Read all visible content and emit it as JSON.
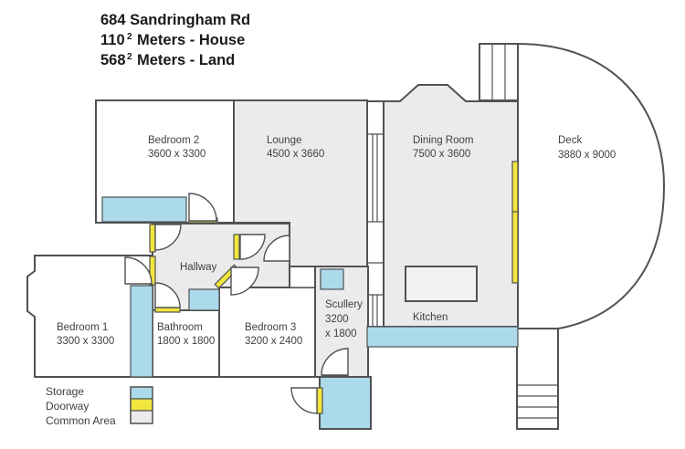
{
  "header": {
    "address": "684 Sandringham Rd",
    "house_area": "110",
    "house_sup": "2",
    "house_unit": "Meters - House",
    "land_area": "568",
    "land_sup": "2",
    "land_unit": "Meters - Land"
  },
  "rooms": {
    "bedroom2": {
      "name": "Bedroom 2",
      "dims": "3600 x 3300"
    },
    "lounge": {
      "name": "Lounge",
      "dims": "4500 x 3660"
    },
    "dining": {
      "name": "Dining Room",
      "dims": "7500 x 3600"
    },
    "deck": {
      "name": "Deck",
      "dims": "3880 x 9000"
    },
    "hallway": {
      "name": "Hallway"
    },
    "bedroom1": {
      "name": "Bedroom 1",
      "dims": "3300 x 3300"
    },
    "bathroom": {
      "name": "Bathroom",
      "dims": "1800 x 1800"
    },
    "bedroom3": {
      "name": "Bedroom 3",
      "dims": "3200 x 2400"
    },
    "scullery": {
      "name": "Scullery",
      "dims1": "3200",
      "dims2": "x 1800"
    },
    "kitchen": {
      "name": "Kitchen"
    }
  },
  "legend": {
    "storage": "Storage",
    "doorway": "Doorway",
    "common": "Common Area"
  },
  "colors": {
    "storage": "#abdbea",
    "doorway": "#f2e63d",
    "common": "#ebebeb",
    "wall": "#515254"
  }
}
